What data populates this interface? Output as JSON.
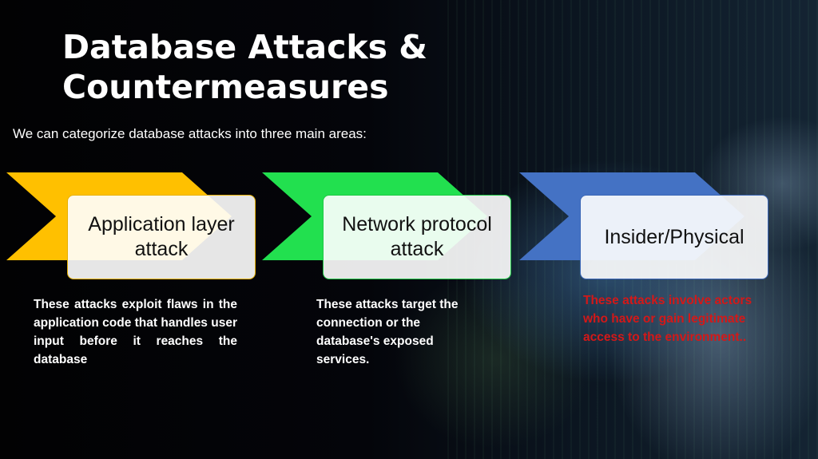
{
  "slide": {
    "title": "Database Attacks & Countermeasures",
    "subtitle": "We can categorize database attacks into three main areas:"
  },
  "steps": [
    {
      "label": "Application layer attack",
      "description": "These attacks exploit flaws in the application code that handles user input before it reaches the database",
      "color": "#ffc000"
    },
    {
      "label": "Network protocol attack",
      "description": "These attacks target the connection or the database's exposed services.",
      "color": "#22e04f"
    },
    {
      "label": "Insider/Physical",
      "description": "These attacks involve actors who have or gain legitimate access to the environment..",
      "color": "#4472c4"
    }
  ],
  "colors": {
    "background": "#05060a",
    "text": "#ffffff",
    "highlight_text": "#d41818"
  }
}
